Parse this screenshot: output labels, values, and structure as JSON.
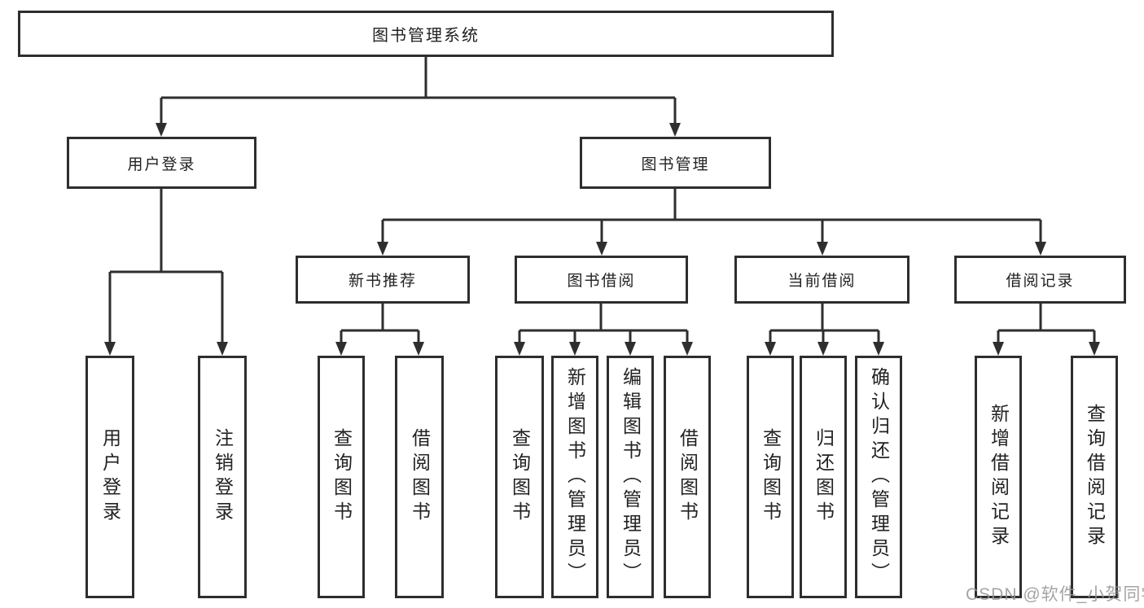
{
  "diagram": {
    "root": "图书管理系统",
    "branches": {
      "user_login": "用户登录",
      "book_mgmt": "图书管理"
    },
    "modules": {
      "new_books": "新书推荐",
      "book_borrow": "图书借阅",
      "current_borrow": "当前借阅",
      "borrow_records": "借阅记录"
    },
    "leaves": {
      "login": "用户登录",
      "logout": "注销登录",
      "nb_query": "查询图书",
      "nb_borrow": "借阅图书",
      "bb_query": "查询图书",
      "bb_add": "新增图书（管理员）",
      "bb_edit": "编辑图书（管理员）",
      "bb_borrow": "借阅图书",
      "cb_query": "查询图书",
      "cb_return": "归还图书",
      "cb_confirm": "确认归还（管理员）",
      "br_add": "新增借阅记录",
      "br_query": "查询借阅记录"
    },
    "colors": {
      "line": "#2e2e2e",
      "background": "#ffffff",
      "watermark": "#949494"
    }
  },
  "watermark": "CSDN @软件_小贺同学"
}
